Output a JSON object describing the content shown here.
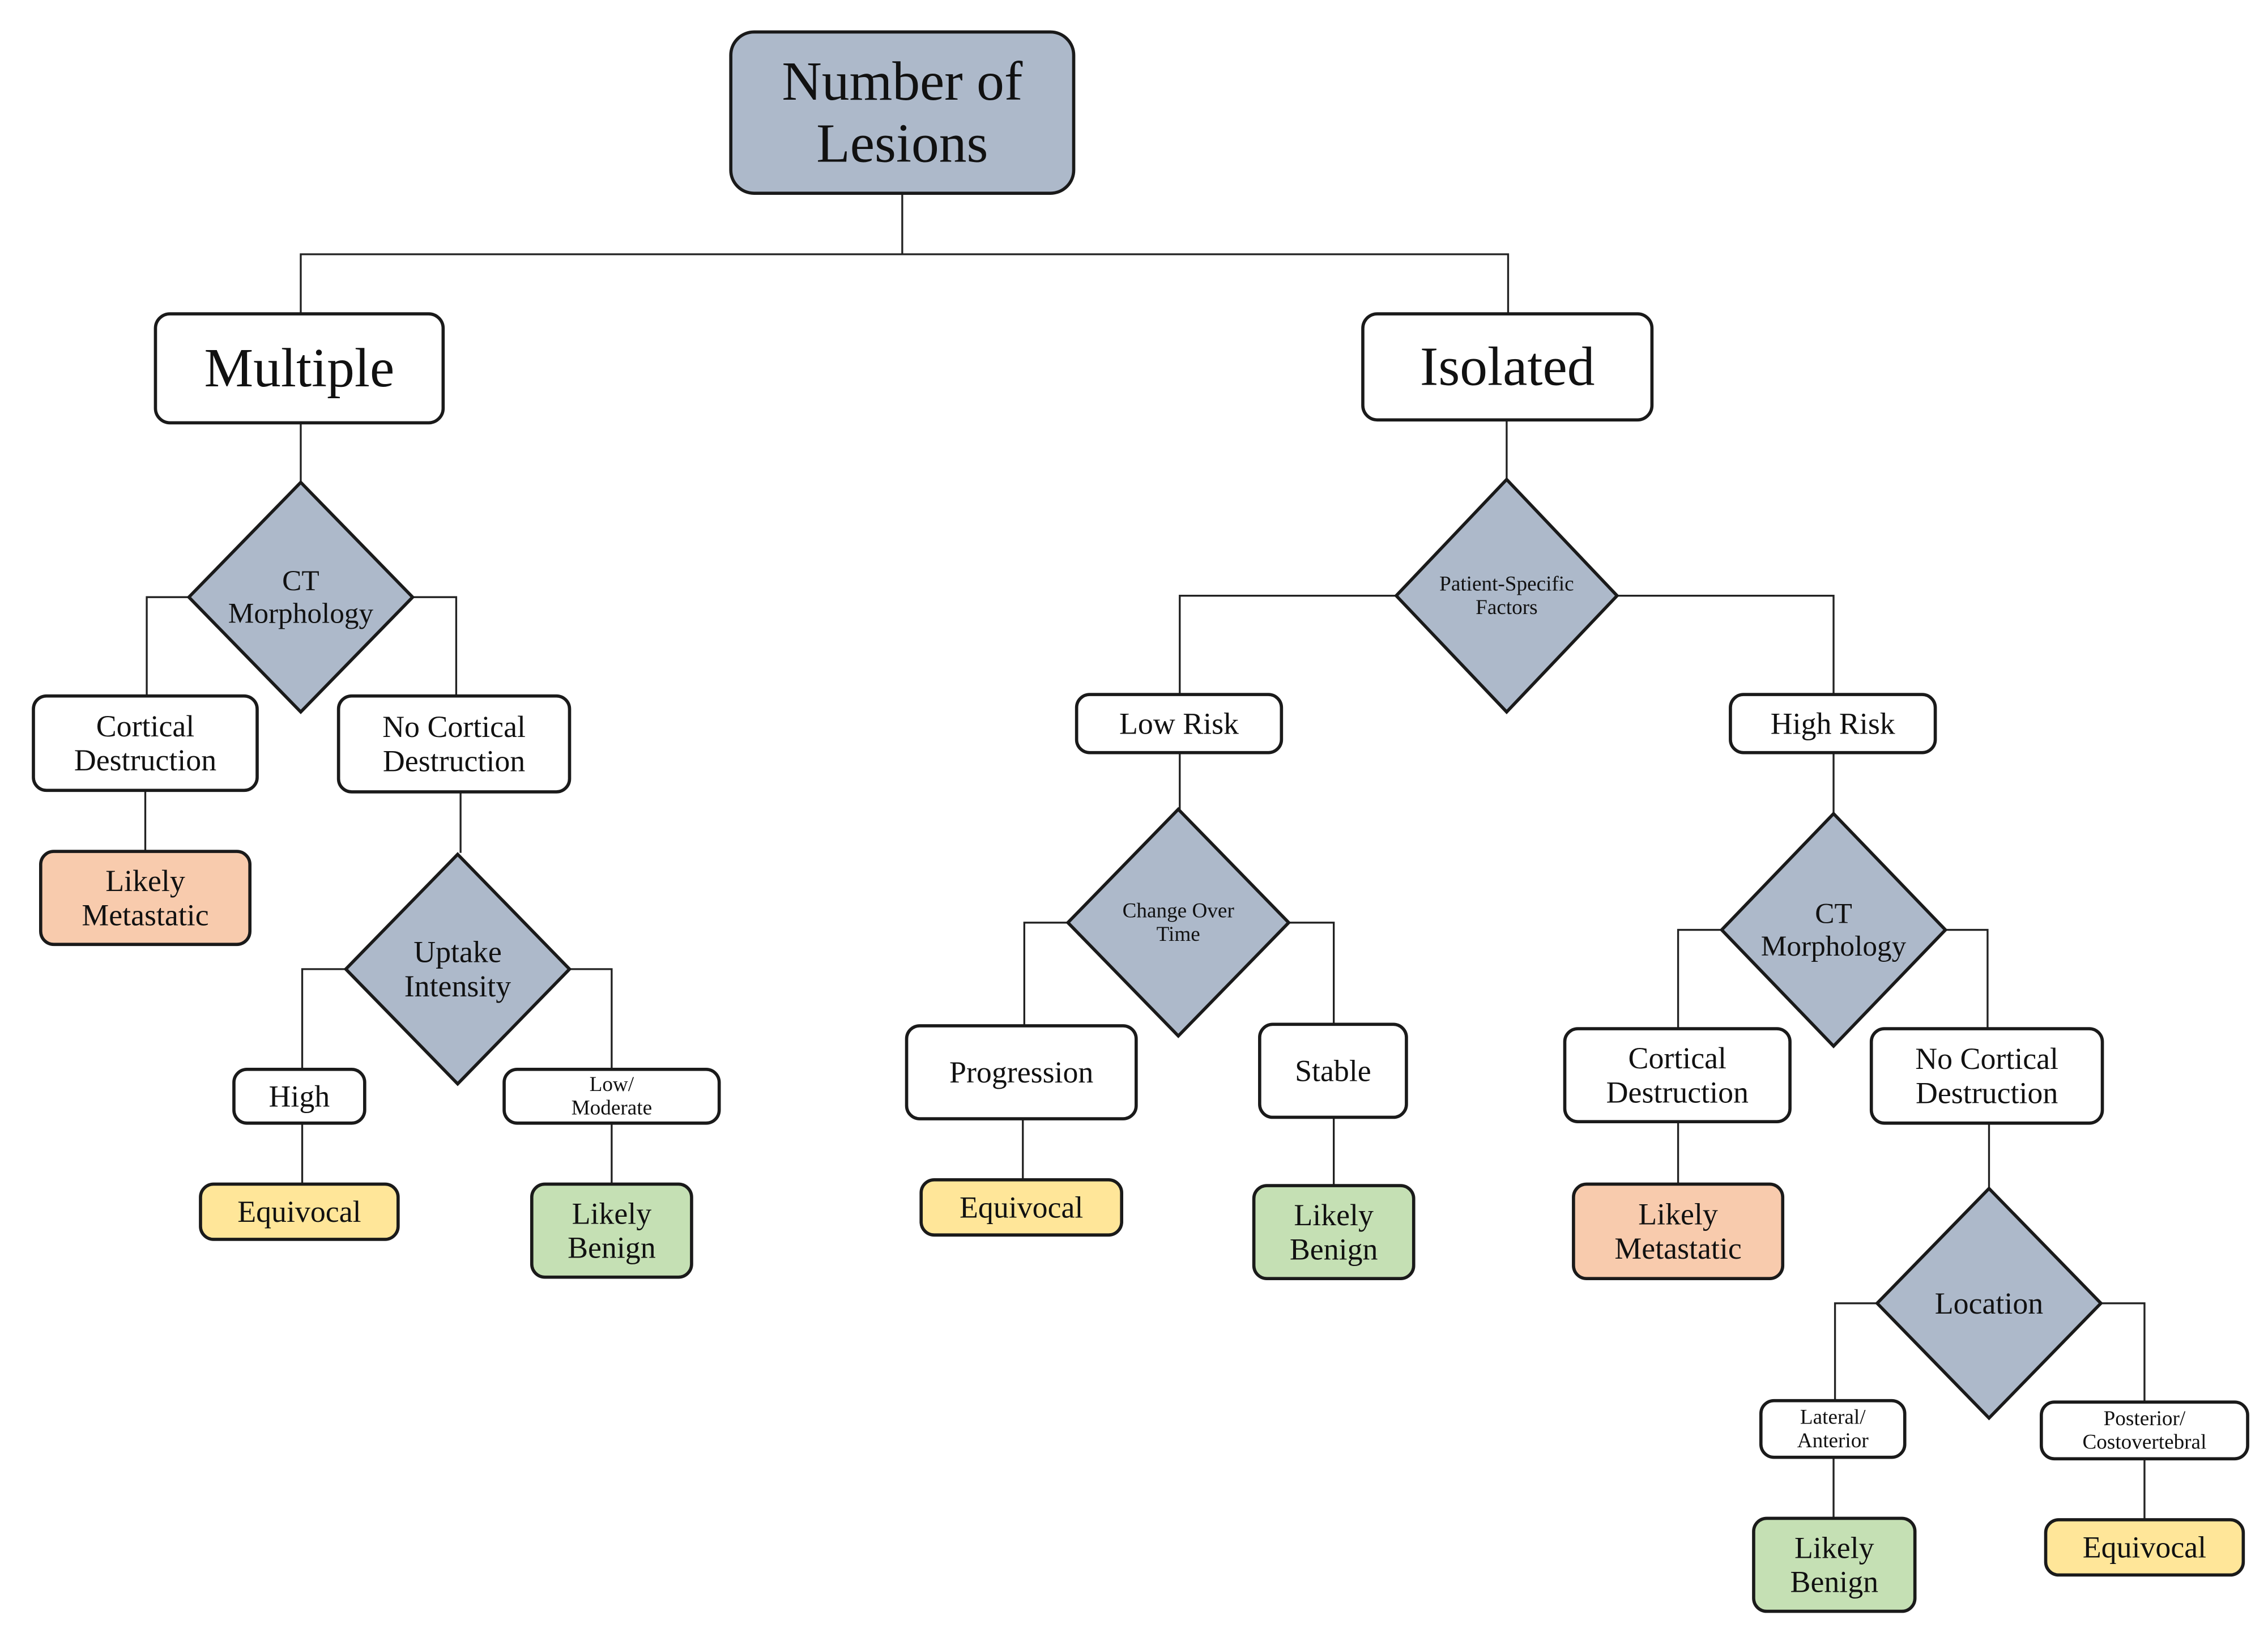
{
  "colors": {
    "question_fill": "#adb9ca",
    "option_fill": "#ffffff",
    "benign_fill": "#c5e0b4",
    "equivocal_fill": "#ffe699",
    "metastatic_fill": "#f8cbad",
    "stroke": "#1a1a1a",
    "line": "#222222"
  },
  "diagram": {
    "root": {
      "label": [
        "Number of",
        "Lesions"
      ]
    },
    "multiple": {
      "label": "Multiple",
      "ct_morphology": {
        "label": [
          "CT",
          "Morphology"
        ]
      },
      "cortical": {
        "label": [
          "Cortical",
          "Destruction"
        ],
        "outcome": [
          "Likely",
          "Metastatic"
        ]
      },
      "no_cortical": {
        "label": [
          "No Cortical",
          "Destruction"
        ]
      },
      "uptake": {
        "label": [
          "Uptake",
          "Intensity"
        ]
      },
      "high": {
        "label": "High",
        "outcome": "Equivocal"
      },
      "low_moderate": {
        "label": [
          "Low/",
          "Moderate"
        ],
        "outcome": [
          "Likely",
          "Benign"
        ]
      }
    },
    "isolated": {
      "label": "Isolated",
      "patient_factors": {
        "label": [
          "Patient-Specific",
          "Factors"
        ]
      },
      "low_risk": {
        "label": "Low Risk"
      },
      "change_over_time": {
        "label": [
          "Change Over",
          "Time"
        ]
      },
      "progression": {
        "label": "Progression",
        "outcome": "Equivocal"
      },
      "stable": {
        "label": "Stable",
        "outcome": [
          "Likely",
          "Benign"
        ]
      },
      "high_risk": {
        "label": "High Risk"
      },
      "ct_morphology": {
        "label": [
          "CT",
          "Morphology"
        ]
      },
      "cortical": {
        "label": [
          "Cortical",
          "Destruction"
        ],
        "outcome": [
          "Likely",
          "Metastatic"
        ]
      },
      "no_cortical": {
        "label": [
          "No Cortical",
          "Destruction"
        ]
      },
      "location": {
        "label": "Location"
      },
      "lateral_anterior": {
        "label": [
          "Lateral/",
          "Anterior"
        ],
        "outcome": [
          "Likely",
          "Benign"
        ]
      },
      "posterior": {
        "label": [
          "Posterior/",
          "Costovertebral"
        ],
        "outcome": "Equivocal"
      }
    }
  }
}
